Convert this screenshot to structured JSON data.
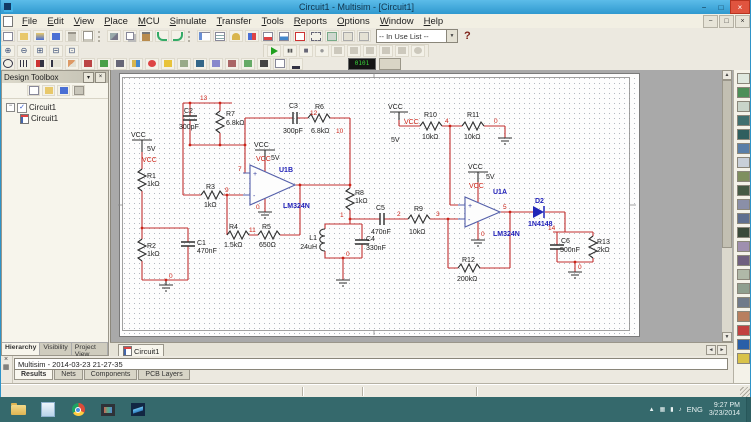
{
  "window": {
    "title": "Circuit1 - Multisim - [Circuit1]",
    "controls": {
      "minimize": "−",
      "restore": "□",
      "close": "×"
    },
    "mdi_controls": {
      "minimize": "−",
      "restore": "□",
      "close": "×"
    }
  },
  "menu": {
    "items": [
      "File",
      "Edit",
      "View",
      "Place",
      "MCU",
      "Simulate",
      "Transfer",
      "Tools",
      "Reports",
      "Options",
      "Window",
      "Help"
    ]
  },
  "toolbar": {
    "in_use_list": "-- In Use List --",
    "help": "?",
    "icons": {
      "zoom_in": "⊕",
      "zoom_out": "⊖",
      "zoom_area": "⊞",
      "zoom_fit": "⊟",
      "zoom_full": "⊡",
      "pause": "▮▮",
      "stop": "■",
      "record": "●",
      "probe_text": "0101"
    }
  },
  "design_toolbox": {
    "title": "Design Toolbox",
    "tree": {
      "root": "Circuit1",
      "child": "Circuit1"
    },
    "tabs": [
      "Hierarchy",
      "Visibility",
      "Project View"
    ]
  },
  "workspace": {
    "sheet_tab": "Circuit1"
  },
  "spreadsheet": {
    "log": "Multisim - 2014-03-23 21-27-35",
    "tabs": [
      "Results",
      "Nets",
      "Components",
      "PCB Layers"
    ]
  },
  "taskbar": {
    "language": "ENG",
    "time": "9:27 PM",
    "date": "3/23/2014"
  },
  "schematic": {
    "power": {
      "vcc": "VCC",
      "v5": "5V"
    },
    "opamp": {
      "plus": "+",
      "minus": "-"
    },
    "nets": {
      "n0": "0",
      "n1": "1",
      "n2": "2",
      "n3": "3",
      "n4": "4",
      "n5": "5",
      "n7": "7",
      "n9": "9",
      "n10": "10",
      "n11": "11",
      "n12": "12",
      "n13": "13",
      "n14": "14"
    },
    "components": {
      "R1": {
        "ref": "R1",
        "value": "1kΩ"
      },
      "R2": {
        "ref": "R2",
        "value": "1kΩ"
      },
      "R3": {
        "ref": "R3",
        "value": "1kΩ"
      },
      "R4": {
        "ref": "R4",
        "value": "1.5kΩ"
      },
      "R5": {
        "ref": "R5",
        "value": "650Ω"
      },
      "R6": {
        "ref": "R6",
        "value": "6.8kΩ"
      },
      "R7": {
        "ref": "R7",
        "value": "6.8kΩ"
      },
      "R8": {
        "ref": "R8",
        "value": "1kΩ"
      },
      "R9": {
        "ref": "R9",
        "value": "10kΩ"
      },
      "R10": {
        "ref": "R10",
        "value": "10kΩ"
      },
      "R11": {
        "ref": "R11",
        "value": "10kΩ"
      },
      "R12": {
        "ref": "R12",
        "value": "200kΩ"
      },
      "R13": {
        "ref": "R13",
        "value": "2kΩ"
      },
      "C1": {
        "ref": "C1",
        "value": "470nF"
      },
      "C2": {
        "ref": "C2",
        "value": "300pF"
      },
      "C3": {
        "ref": "C3",
        "value": "300pF"
      },
      "C4": {
        "ref": "C4",
        "value": "330nF"
      },
      "C5": {
        "ref": "C5",
        "value": "470nF"
      },
      "C6": {
        "ref": "C6",
        "value": "500nF"
      },
      "L1": {
        "ref": "L1",
        "value": "24uH"
      },
      "U1A": {
        "ref": "U1A",
        "part": "LM324N"
      },
      "U1B": {
        "ref": "U1B",
        "part": "LM324N"
      },
      "D2": {
        "ref": "D2",
        "part": "1N4148"
      }
    }
  },
  "colors": {
    "wire": "#c23030",
    "net_label": "#cc2418",
    "ic_label": "#2121b8",
    "titlebar": "#3aa3d9",
    "taskbar": "#35696c",
    "sheet": "#fdfdfd"
  }
}
